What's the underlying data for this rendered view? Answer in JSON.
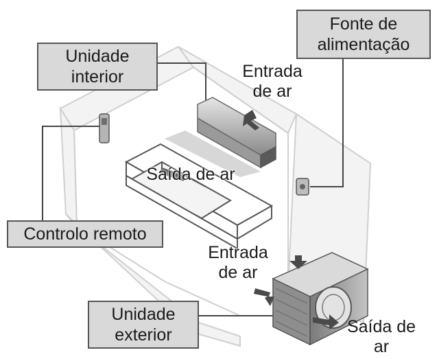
{
  "labels": {
    "indoor_unit": "Unidade\ninterior",
    "power_supply": "Fonte de\nalimentação",
    "remote_control": "Controlo remoto",
    "outdoor_unit": "Unidade\nexterior",
    "air_inlet_indoor": "Entrada\nde ar",
    "air_outlet_indoor": "Saída de ar",
    "air_inlet_outdoor": "Entrada\nde ar",
    "air_outlet_outdoor": "Saída de\nar"
  },
  "colors": {
    "label_box_fill": "#d9d9d9",
    "label_box_border": "#555555",
    "line": "#444444",
    "wall": "#e9e9e9",
    "unit_body": "#c8c8c8"
  },
  "icons": [
    "arrow-icon",
    "fan-icon"
  ]
}
